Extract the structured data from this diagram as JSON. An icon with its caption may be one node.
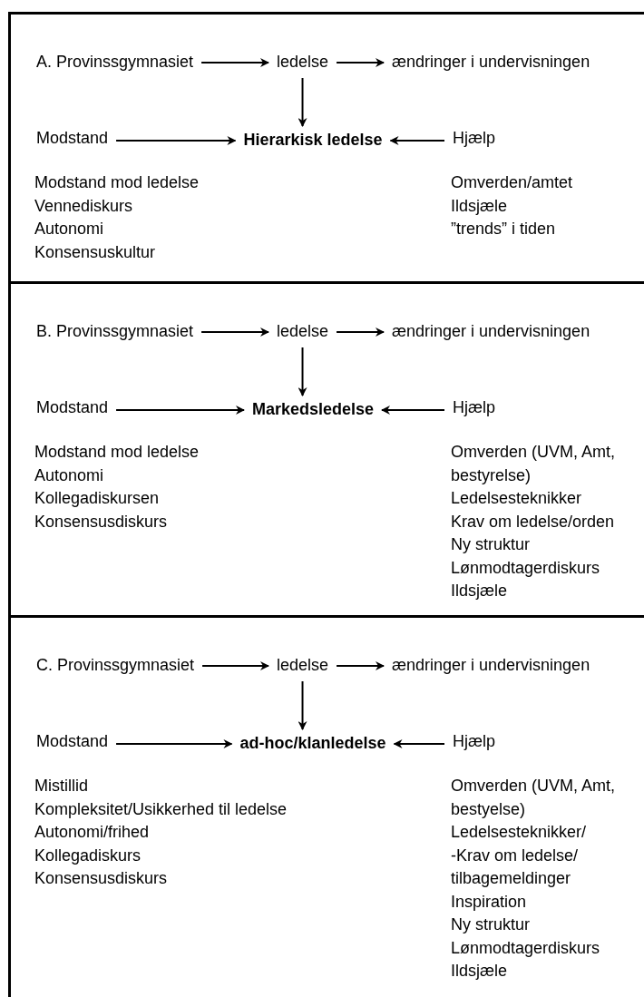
{
  "diagram": {
    "nodes": [
      {
        "text": [],
        "shape": "box"
      },
      {
        "text": [
          "A. Provinssgymnasiet"
        ],
        "in": 0
      },
      {
        "text": [
          "ledelse"
        ],
        "in": 0
      },
      {
        "text": [
          "ændringer i undervisningen"
        ],
        "in": 0
      },
      {
        "text": [
          "Modstand"
        ],
        "in": 0
      },
      {
        "text": [
          "Hierarkisk ledelse"
        ],
        "in": 0
      },
      {
        "text": [
          "Hjælp"
        ],
        "in": 0
      },
      {
        "text": [],
        "shape": "box"
      },
      {
        "text": [
          "B. Provinssgymnasiet"
        ],
        "in": 7
      },
      {
        "text": [
          "ledelse"
        ],
        "in": 7
      },
      {
        "text": [
          "ændringer i undervisningen"
        ],
        "in": 7
      },
      {
        "text": [
          "Modstand"
        ],
        "in": 7
      },
      {
        "text": [
          "Markedsledelse"
        ],
        "in": 7
      },
      {
        "text": [
          "Hjælp"
        ],
        "in": 7
      },
      {
        "text": [],
        "shape": "box"
      },
      {
        "text": [
          "C. Provinssgymnasiet"
        ],
        "in": 14
      },
      {
        "text": [
          "ledelse"
        ],
        "in": 14
      },
      {
        "text": [
          "ændringer i undervisningen"
        ],
        "in": 14
      },
      {
        "text": [
          "Modstand"
        ],
        "in": 14
      },
      {
        "text": [
          "ad-hoc/klanledelse"
        ],
        "in": 14
      },
      {
        "text": [
          "Hjælp"
        ],
        "in": 14
      }
    ],
    "edges": [
      {
        "from": 1,
        "to": 2,
        "arrow": "to"
      },
      {
        "from": 2,
        "to": 3,
        "arrow": "to"
      },
      {
        "from": 2,
        "to": 5,
        "arrow": "to"
      },
      {
        "from": 4,
        "to": 5,
        "arrow": "to"
      },
      {
        "from": 6,
        "to": 5,
        "arrow": "to"
      },
      {
        "from": 8,
        "to": 9,
        "arrow": "to"
      },
      {
        "from": 9,
        "to": 10,
        "arrow": "to"
      },
      {
        "from": 9,
        "to": 12,
        "arrow": "to"
      },
      {
        "from": 11,
        "to": 12,
        "arrow": "to"
      },
      {
        "from": 13,
        "to": 12,
        "arrow": "to"
      },
      {
        "from": 15,
        "to": 16,
        "arrow": "to"
      },
      {
        "from": 16,
        "to": 17,
        "arrow": "to"
      },
      {
        "from": 16,
        "to": 19,
        "arrow": "to"
      },
      {
        "from": 18,
        "to": 19,
        "arrow": "to"
      },
      {
        "from": 20,
        "to": 19,
        "arrow": "to"
      }
    ],
    "labels": [
      "Modstand mod ledelse",
      "Vennediskurs",
      "Autonomi",
      "Konsensuskultur",
      "Omverden/amtet",
      "Ildsjæle",
      "”trends” i tiden",
      "Modstand mod ledelse",
      "Autonomi",
      "Kollegadiskursen",
      "Konsensusdiskurs",
      "Omverden (UVM, Amt, bestyrelse)",
      "Ledelsesteknikker",
      "Krav om ledelse/orden",
      "Ny struktur",
      "Lønmodtagerdiskurs",
      "Ildsjæle",
      "Mistillid",
      "Kompleksitet/Usikkerhed til ledelse",
      "Autonomi/frihed",
      "Kollegadiskurs",
      "Konsensusdiskurs",
      "Omverden (UVM, Amt, bestyelse)",
      "Ledelsesteknikker/",
      "-Krav om ledelse/",
      "tilbagemeldinger",
      "Inspiration",
      "Ny struktur",
      "Lønmodtagerdiskurs",
      "Ildsjæle"
    ]
  }
}
